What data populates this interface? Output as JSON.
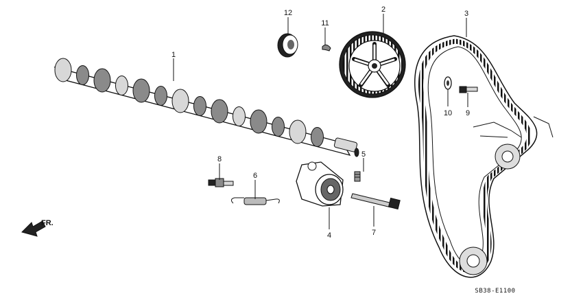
{
  "callouts": [
    {
      "id": "1",
      "part": "camshaft"
    },
    {
      "id": "2",
      "part": "camshaft-pulley"
    },
    {
      "id": "3",
      "part": "timing-belt"
    },
    {
      "id": "4",
      "part": "belt-tensioner"
    },
    {
      "id": "5",
      "part": "stud"
    },
    {
      "id": "6",
      "part": "tensioner-spring"
    },
    {
      "id": "7",
      "part": "tensioner-bolt"
    },
    {
      "id": "8",
      "part": "spring-post"
    },
    {
      "id": "9",
      "part": "pulley-bolt"
    },
    {
      "id": "10",
      "part": "washer"
    },
    {
      "id": "11",
      "part": "woodruff-key"
    },
    {
      "id": "12",
      "part": "oil-seal"
    }
  ],
  "direction_label": "FR.",
  "diagram_code": "SB38-E1100"
}
